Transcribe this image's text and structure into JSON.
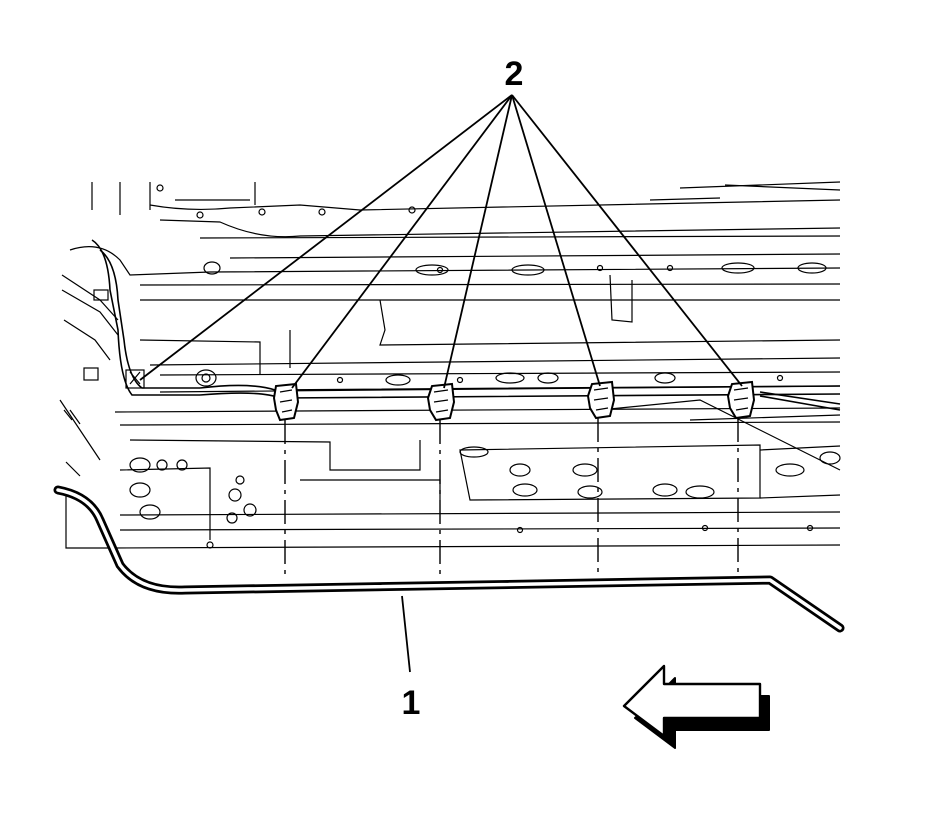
{
  "callouts": [
    {
      "id": "1",
      "label": "1"
    },
    {
      "id": "2",
      "label": "2"
    }
  ],
  "arrow": {
    "direction": "left"
  },
  "colors": {
    "line": "#000000",
    "background": "#ffffff"
  }
}
